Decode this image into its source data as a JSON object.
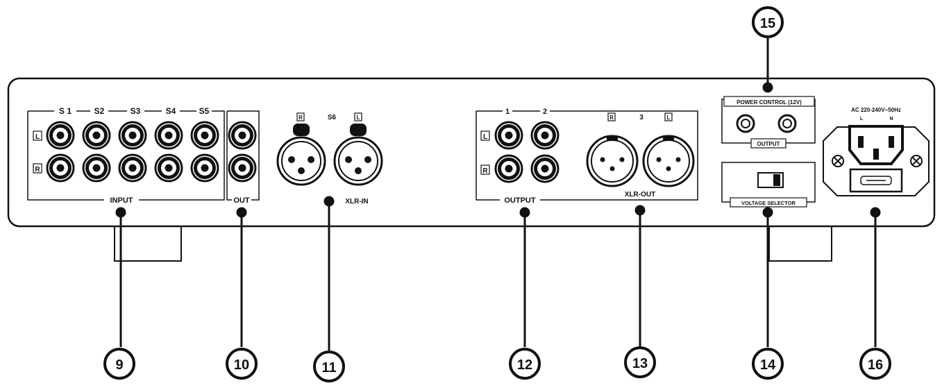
{
  "input": {
    "sources": [
      "S 1",
      "S2",
      "S3",
      "S4",
      "S5"
    ],
    "label": "INPUT",
    "channel_left": "L",
    "channel_right": "R"
  },
  "out": {
    "label": "OUT"
  },
  "xlr_in": {
    "source": "S6",
    "right": "R",
    "left": "L",
    "label": "XLR-IN"
  },
  "output": {
    "columns": [
      "1",
      "2"
    ],
    "label": "OUTPUT",
    "channel_left": "L",
    "channel_right": "R"
  },
  "xlr_out": {
    "index": "3",
    "right": "R",
    "left": "L",
    "label": "XLR-OUT"
  },
  "power_control": {
    "title": "POWER CONTROL (12V)",
    "label": "OUTPUT"
  },
  "voltage_selector": {
    "label": "VOLTAGE SELECTOR"
  },
  "ac_inlet": {
    "rating": "AC 220-240V~50Hz",
    "live": "L",
    "neutral": "N"
  },
  "callouts": [
    "9",
    "10",
    "11",
    "12",
    "13",
    "14",
    "15",
    "16"
  ],
  "icons": {
    "screw": "screw-icon",
    "rca": "rca-jack-icon",
    "xlr": "xlr-connector-icon",
    "iec": "iec-inlet-icon"
  }
}
